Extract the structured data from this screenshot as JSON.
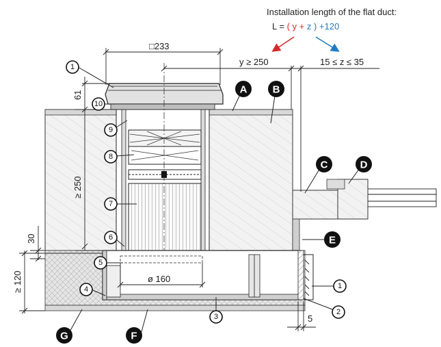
{
  "formula": {
    "caption": "Installation length of the flat duct:",
    "lhs": "L = ",
    "open": "( ",
    "y": "y",
    "plus": " + ",
    "z": "z",
    "close": " )",
    "offset": " +120"
  },
  "dimensions": {
    "square": "□233",
    "y_min": "y ≥ 250",
    "z_range": "15 ≤ z ≤ 35",
    "height_61": "61",
    "height_250": "≥ 250",
    "height_30": "30",
    "height_120": "≥ 120",
    "diameter": "ø 160",
    "gap_5": "5"
  },
  "callouts": {
    "numbered": [
      "1",
      "10",
      "9",
      "8",
      "7",
      "6",
      "5",
      "4",
      "3",
      "1",
      "2"
    ],
    "lettered": [
      "A",
      "B",
      "C",
      "D",
      "E",
      "F",
      "G"
    ]
  },
  "colors": {
    "red": "#d42a2a",
    "blue": "#1f7bc4",
    "ink": "#1a1a1a"
  }
}
